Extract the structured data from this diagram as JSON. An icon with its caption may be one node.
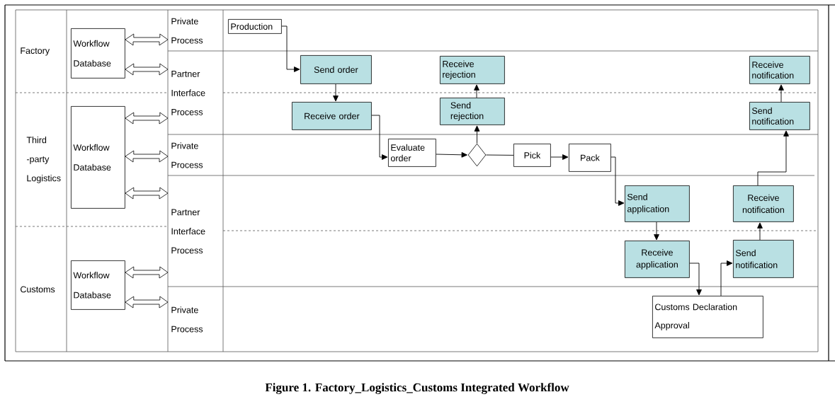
{
  "diagram": {
    "caption": "Figure 1. Factory_Logistics_Customs Integrated Workflow",
    "nodes": [
      {
        "text": [
          "Factory"
        ]
      },
      {
        "text": [
          "Third -party Logistics"
        ]
      },
      {
        "text": [
          "Customs"
        ]
      },
      {
        "text": [
          "Workflow Database"
        ]
      },
      {
        "text": [
          "Workflow Database"
        ]
      },
      {
        "text": [
          "Workflow Database"
        ]
      },
      {
        "text": [
          "Private Process"
        ]
      },
      {
        "text": [
          "Partner Interface Process"
        ]
      },
      {
        "text": [
          "Private Process"
        ]
      },
      {
        "text": [
          "Partner Interface Process"
        ]
      },
      {
        "text": [
          "Private Process"
        ]
      },
      {
        "text": [
          "Production"
        ]
      },
      {
        "text": [
          "Send order"
        ]
      },
      {
        "text": [
          "Receive order"
        ]
      },
      {
        "text": [
          "Evaluate order"
        ]
      },
      {
        "text": [],
        "shape": "diamond"
      },
      {
        "text": [
          "Pick"
        ]
      },
      {
        "text": [
          "Pack"
        ]
      },
      {
        "text": [
          "Send application"
        ]
      },
      {
        "text": [
          "Receive application"
        ]
      },
      {
        "text": [
          "Customs Declaration Approval"
        ]
      },
      {
        "text": [
          "Send notification"
        ]
      },
      {
        "text": [
          "Receive notification"
        ]
      },
      {
        "text": [
          "Send notification"
        ]
      },
      {
        "text": [
          "Receive notification"
        ]
      },
      {
        "text": [
          "Send rejection"
        ]
      },
      {
        "text": [
          "Receive rejection"
        ]
      }
    ],
    "edges": [
      {
        "from": 3,
        "to": 6,
        "arrow": "both",
        "style": "thick"
      },
      {
        "from": 3,
        "to": 7,
        "arrow": "both",
        "style": "thick"
      },
      {
        "from": 4,
        "to": 7,
        "arrow": "both",
        "style": "thick"
      },
      {
        "from": 4,
        "to": 8,
        "arrow": "both",
        "style": "thick"
      },
      {
        "from": 4,
        "to": 9,
        "arrow": "both",
        "style": "thick"
      },
      {
        "from": 5,
        "to": 9,
        "arrow": "both",
        "style": "thick"
      },
      {
        "from": 5,
        "to": 10,
        "arrow": "both",
        "style": "thick"
      },
      {
        "from": 11,
        "to": 12,
        "arrow": "to"
      },
      {
        "from": 12,
        "to": 13,
        "arrow": "to"
      },
      {
        "from": 13,
        "to": 14,
        "arrow": "to"
      },
      {
        "from": 14,
        "to": 15,
        "arrow": "to"
      },
      {
        "from": 15,
        "to": 16,
        "arrow": "none"
      },
      {
        "from": 15,
        "to": 25,
        "arrow": "to"
      },
      {
        "from": 25,
        "to": 26,
        "arrow": "to"
      },
      {
        "from": 16,
        "to": 17,
        "arrow": "to"
      },
      {
        "from": 17,
        "to": 18,
        "arrow": "to"
      },
      {
        "from": 18,
        "to": 19,
        "arrow": "to"
      },
      {
        "from": 19,
        "to": 20,
        "arrow": "to"
      },
      {
        "from": 20,
        "to": 21,
        "arrow": "to"
      },
      {
        "from": 21,
        "to": 22,
        "arrow": "to"
      },
      {
        "from": 22,
        "to": 23,
        "arrow": "to"
      },
      {
        "from": 23,
        "to": 24,
        "arrow": "to"
      }
    ]
  }
}
